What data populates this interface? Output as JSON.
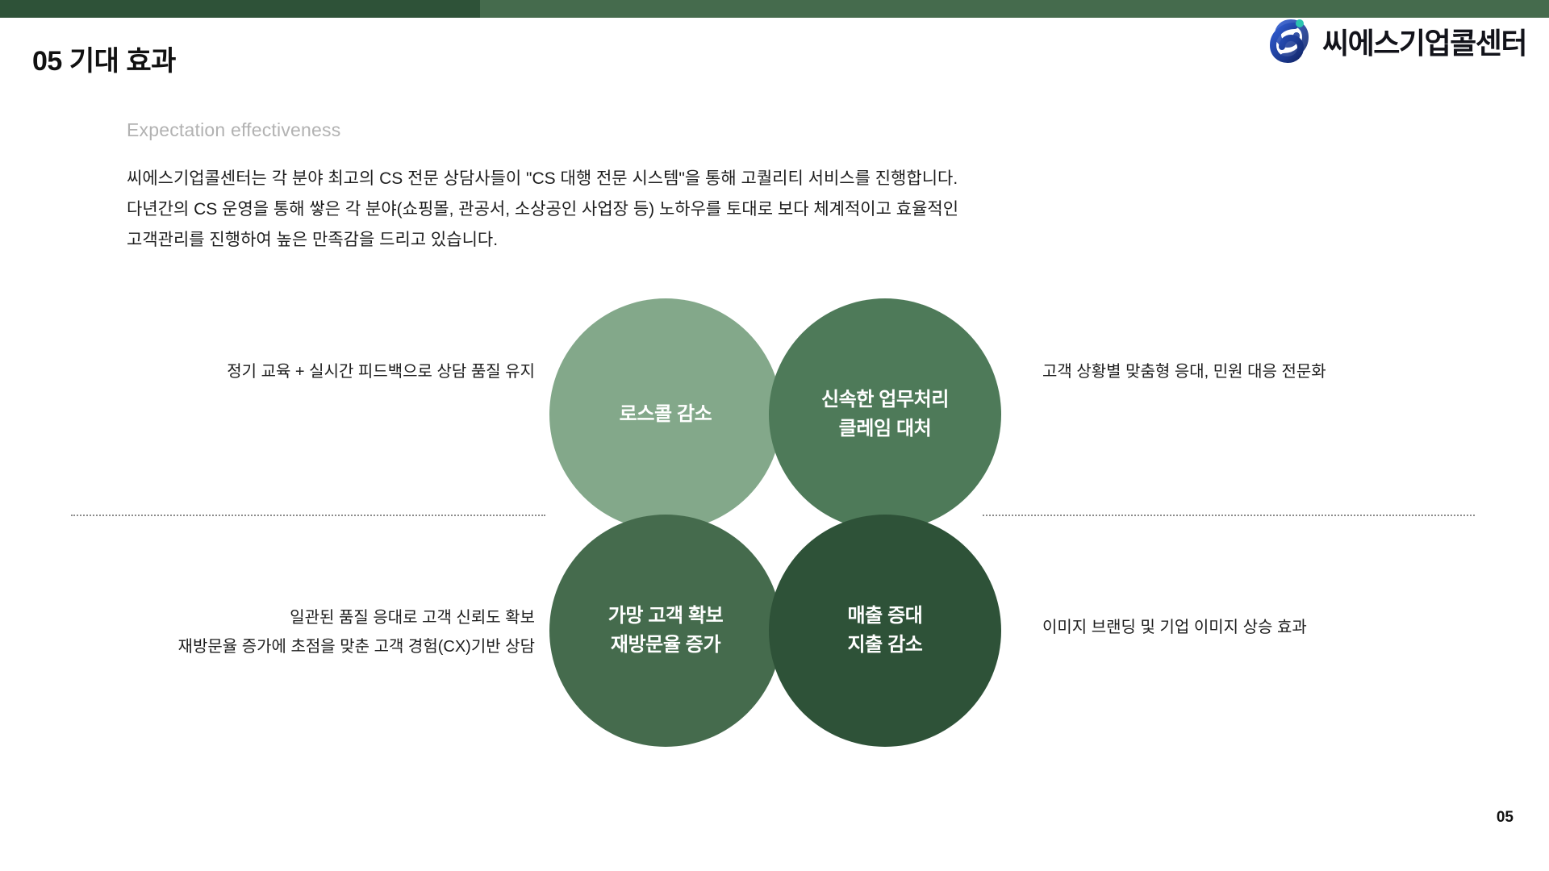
{
  "topbar": {
    "left_color": "#2e5238",
    "right_color": "#456b4d"
  },
  "header": {
    "section_number": "05",
    "title": "기대 효과",
    "subtitle": "Expectation effectiveness"
  },
  "brand": {
    "name": "씨에스기업콜센터",
    "mark_name": "cs-spiral-logo",
    "mark_color": "#1b3d8f",
    "mark_accent_color": "#2bc4b0"
  },
  "lead": {
    "line1": "씨에스기업콜센터는 각 분야 최고의 CS 전문 상담사들이 \"CS 대행 전문 시스템\"을 통해 고퀄리티 서비스를 진행합니다.",
    "line2": "다년간의 CS 운영을 통해 쌓은 각 분야(쇼핑몰, 관공서, 소상공인 사업장 등) 노하우를 토대로 보다 체계적이고 효율적인",
    "line3": "고객관리를 진행하여 높은 만족감을 드리고 있습니다."
  },
  "circles": [
    {
      "id": "top-left",
      "line1": "로스콜 감소",
      "line2": "",
      "color": "#83a88a"
    },
    {
      "id": "top-right",
      "line1": "신속한 업무처리",
      "line2": "클레임 대처",
      "color": "#4e7a59"
    },
    {
      "id": "bottom-left",
      "line1": "가망 고객 확보",
      "line2": "재방문율 증가",
      "color": "#456b4d"
    },
    {
      "id": "bottom-right",
      "line1": "매출 증대",
      "line2": "지출 감소",
      "color": "#2e5238"
    }
  ],
  "captions": {
    "top_left": {
      "line1": "정기 교육 + 실시간 피드백으로 상담 품질 유지",
      "line2": ""
    },
    "top_right": {
      "line1": "고객 상황별 맞춤형 응대, 민원 대응 전문화",
      "line2": ""
    },
    "bottom_left": {
      "line1": "일관된 품질 응대로 고객 신뢰도 확보",
      "line2": "재방문율 증가에 초점을 맞춘 고객 경험(CX)기반 상담"
    },
    "bottom_right": {
      "line1": "이미지 브랜딩 및 기업 이미지 상승 효과",
      "line2": ""
    }
  },
  "footer": {
    "page_number": "05"
  }
}
